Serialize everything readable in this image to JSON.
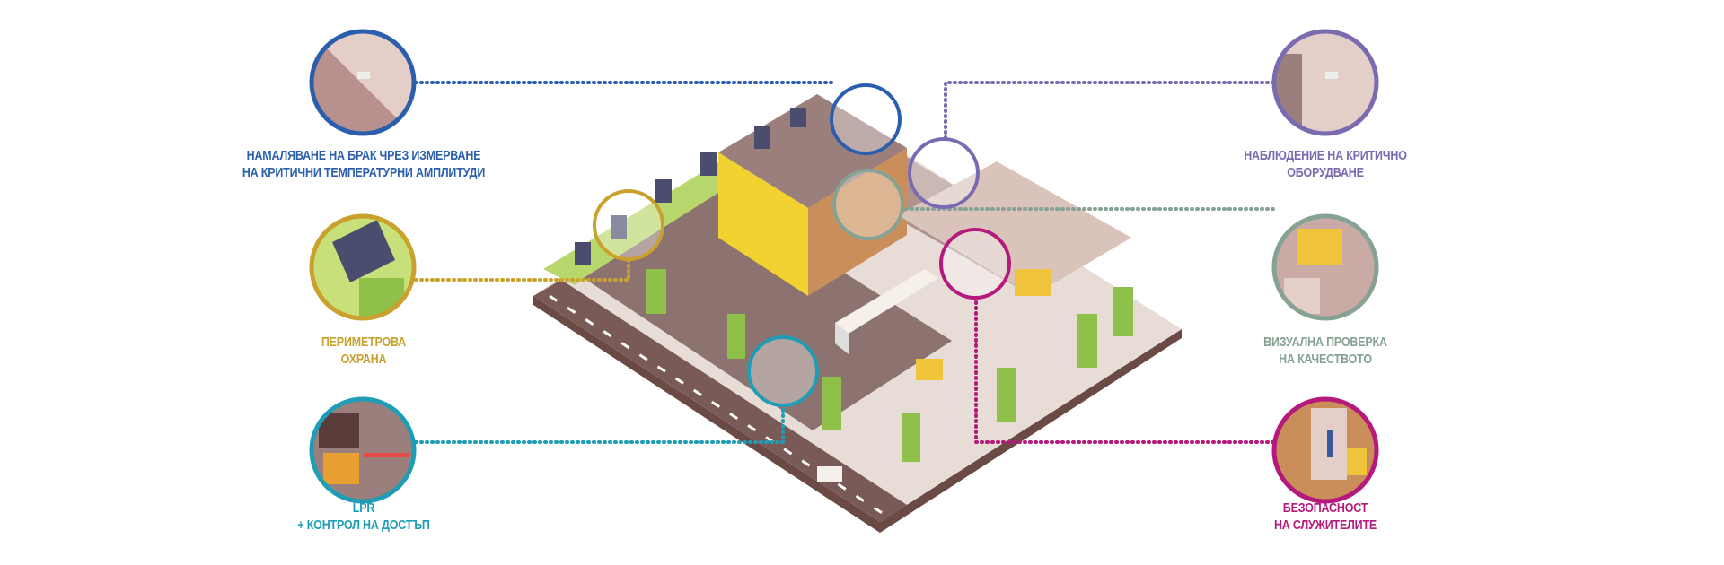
{
  "features": [
    {
      "id": "temperature",
      "line1": "НАМАЛЯВАНЕ НА БРАК ЧРЕЗ ИЗМЕРВАНЕ",
      "line2": "НА КРИТИЧНИ ТЕМПЕРАТУРНИ АМПЛИТУДИ",
      "color": "#2b5fae",
      "icon": "thermal-camera-icon"
    },
    {
      "id": "perimeter",
      "line1": "ПЕРИМЕТРОВА",
      "line2": "ОХРАНА",
      "color": "#c9a12c",
      "icon": "solar-fence-icon"
    },
    {
      "id": "lpr",
      "line1": "LPR",
      "line2": "+ КОНТРОЛ НА ДОСТЪП",
      "color": "#1f9db4",
      "icon": "barrier-gate-icon"
    },
    {
      "id": "equipment",
      "line1": "НАБЛЮДЕНИЕ НА КРИТИЧНО",
      "line2": "ОБОРУДВАНЕ",
      "color": "#7a6bb0",
      "icon": "wall-camera-icon"
    },
    {
      "id": "quality",
      "line1": "ВИЗУАЛНА ПРОВЕРКА",
      "line2": "НА КАЧЕСТВОТО",
      "color": "#86a294",
      "icon": "production-line-icon"
    },
    {
      "id": "safety",
      "line1": "БЕЗОПАСНОСТ",
      "line2": "НА СЛУЖИТЕЛИТЕ",
      "color": "#b5197c",
      "icon": "worker-icon"
    }
  ]
}
